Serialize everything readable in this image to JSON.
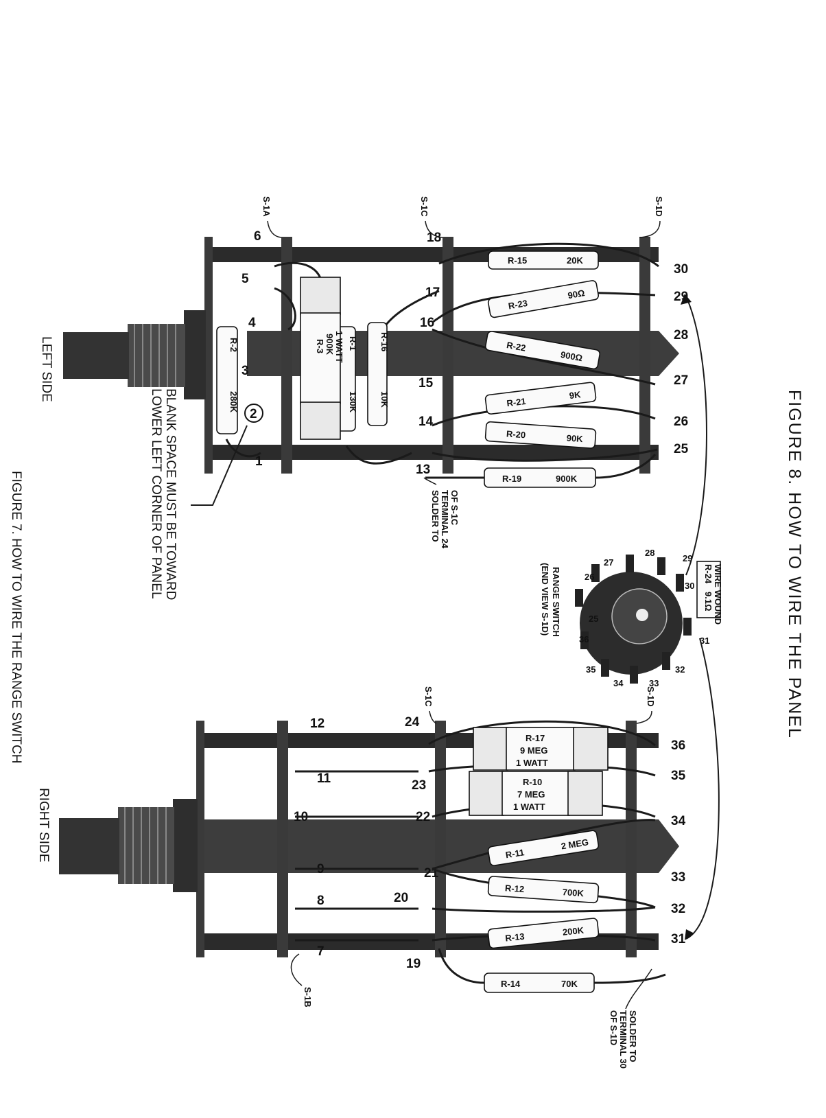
{
  "title": "FIGURE 8. HOW TO WIRE THE PANEL",
  "caption": "FIGURE 7. HOW TO WIRE THE RANGE SWITCH",
  "left_side": {
    "label": "LEFT SIDE",
    "deck_labels": [
      "S-1A",
      "S-1C",
      "S-1D"
    ],
    "terminals": [
      "1",
      "2",
      "3",
      "4",
      "5",
      "6",
      "13",
      "14",
      "15",
      "16",
      "17",
      "18",
      "25",
      "26",
      "27",
      "28",
      "29",
      "30"
    ],
    "resistors": [
      {
        "id": "R-15",
        "value": "20K"
      },
      {
        "id": "R-23",
        "value": "90Ω"
      },
      {
        "id": "R-22",
        "value": "900Ω"
      },
      {
        "id": "R-21",
        "value": "9K"
      },
      {
        "id": "R-20",
        "value": "90K"
      },
      {
        "id": "R-19",
        "value": "900K"
      },
      {
        "id": "R-16",
        "value": "10K"
      },
      {
        "id": "R-1",
        "value": "130K"
      },
      {
        "id": "R-3",
        "value": "900K",
        "extra": "1 WATT"
      },
      {
        "id": "R-2",
        "value": "280K"
      }
    ],
    "solder_note": [
      "SOLDER TO",
      "TERMINAL 24",
      "OF S-1C"
    ],
    "blank_note": [
      "BLANK SPACE MUST BE TOWARD",
      "LOWER LEFT CORNER OF PANEL"
    ]
  },
  "end_view": {
    "label": [
      "RANGE SWITCH",
      "(END VIEW S-1D)"
    ],
    "resistor": {
      "id": "R-24",
      "value": "9.1Ω",
      "extra": "WIRE WOUND"
    },
    "terminals": [
      "25",
      "26",
      "27",
      "28",
      "29",
      "30",
      "31",
      "32",
      "33",
      "34",
      "35",
      "36"
    ]
  },
  "right_side": {
    "label": "RIGHT SIDE",
    "deck_labels": [
      "S-1B",
      "S-1C",
      "S-1D"
    ],
    "terminals": [
      "7",
      "8",
      "9",
      "10",
      "11",
      "12",
      "19",
      "20",
      "21",
      "22",
      "23",
      "24",
      "31",
      "32",
      "33",
      "34",
      "35",
      "36"
    ],
    "resistors": [
      {
        "id": "R-17",
        "value": "9 MEG",
        "extra": "1 WATT"
      },
      {
        "id": "R-10",
        "value": "7 MEG",
        "extra": "1 WATT"
      },
      {
        "id": "R-11",
        "value": "2 MEG"
      },
      {
        "id": "R-12",
        "value": "700K"
      },
      {
        "id": "R-13",
        "value": "200K"
      },
      {
        "id": "R-14",
        "value": "70K"
      }
    ],
    "solder_note": [
      "SOLDER TO",
      "TERMINAL 30",
      "OF S-1D"
    ]
  }
}
